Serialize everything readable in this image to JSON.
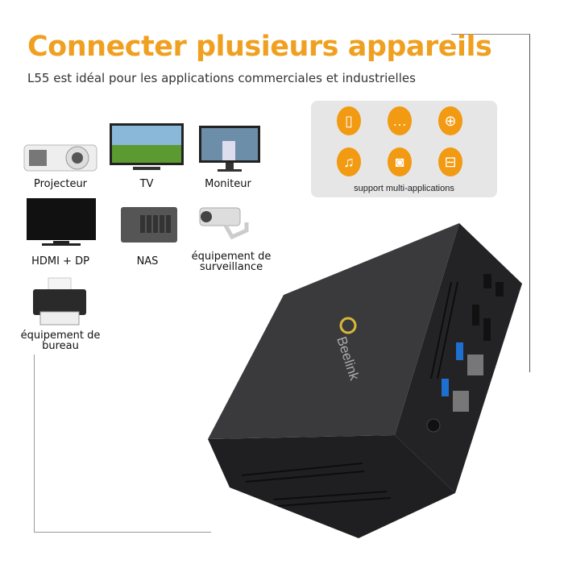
{
  "header": {
    "title": "Connecter plusieurs appareils",
    "subtitle": "L55 est idéal pour les applications commerciales et industrielles"
  },
  "devices": [
    {
      "label": "Projecteur",
      "icon": "projector-icon"
    },
    {
      "label": "TV",
      "icon": "tv-icon"
    },
    {
      "label": "Moniteur",
      "icon": "monitor-icon"
    },
    {
      "label": "HDMI + DP",
      "icon": "display-icon"
    },
    {
      "label": "NAS",
      "icon": "nas-icon"
    },
    {
      "label": "équipement de surveillance",
      "icon": "camera-icon"
    },
    {
      "label": "équipement de bureau",
      "icon": "printer-icon"
    }
  ],
  "apps": {
    "label": "support multi-applications",
    "icons": [
      "phone-icon",
      "chat-icon",
      "gamepad-icon",
      "music-icon",
      "camera-icon",
      "cart-icon"
    ],
    "accent": "#f19a12"
  },
  "product": {
    "brand": "Beelink",
    "color": "#2b2b2d"
  }
}
